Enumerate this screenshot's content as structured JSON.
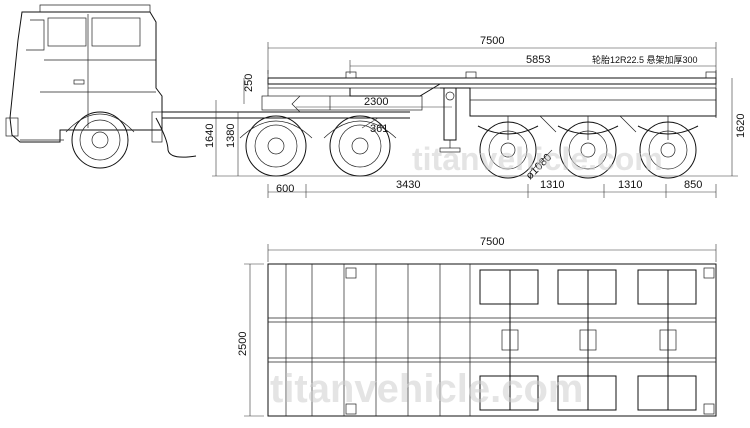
{
  "side_view": {
    "overall_length": "7500",
    "deck_length": "5853",
    "tire_note": "轮胎12R22.5 悬架加厚300",
    "frame_height": "250",
    "kingpin_to_wheel": "2300",
    "height_1640": "1640",
    "height_1380": "1380",
    "height_1620": "1620",
    "tractor_wheel_dia": "361",
    "trailer_wheel_dia": "ø1080",
    "front_overhang": "600",
    "kingpin_to_axle": "3430",
    "axle_spacing_1": "1310",
    "axle_spacing_2": "1310",
    "rear_overhang": "850"
  },
  "top_view": {
    "overall_length": "7500",
    "overall_width": "2500"
  },
  "watermark": "titanvehicle.com"
}
